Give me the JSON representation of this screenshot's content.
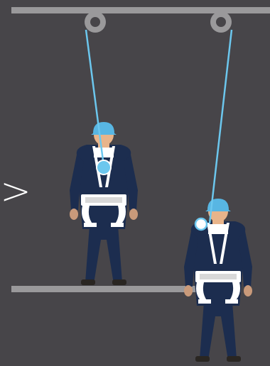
{
  "figure": {
    "comparison_symbol": ">",
    "colors": {
      "background": "#474549",
      "rail": "#9a999b",
      "lanyard": "#6cc7ee",
      "helmet": "#58b6e3",
      "suit": "#1c2d4f",
      "harness": "#ffffff",
      "skin": "#e8b48a"
    },
    "icons": {
      "anchor_ring": "anchor-ring-icon",
      "worker": "worker-with-harness-icon",
      "attachment_point": "attachment-point-icon"
    },
    "elements": [
      "top-rail",
      "floor-rail",
      "left-anchor",
      "right-anchor",
      "left-lanyard",
      "right-lanyard",
      "left-worker",
      "right-worker"
    ]
  }
}
